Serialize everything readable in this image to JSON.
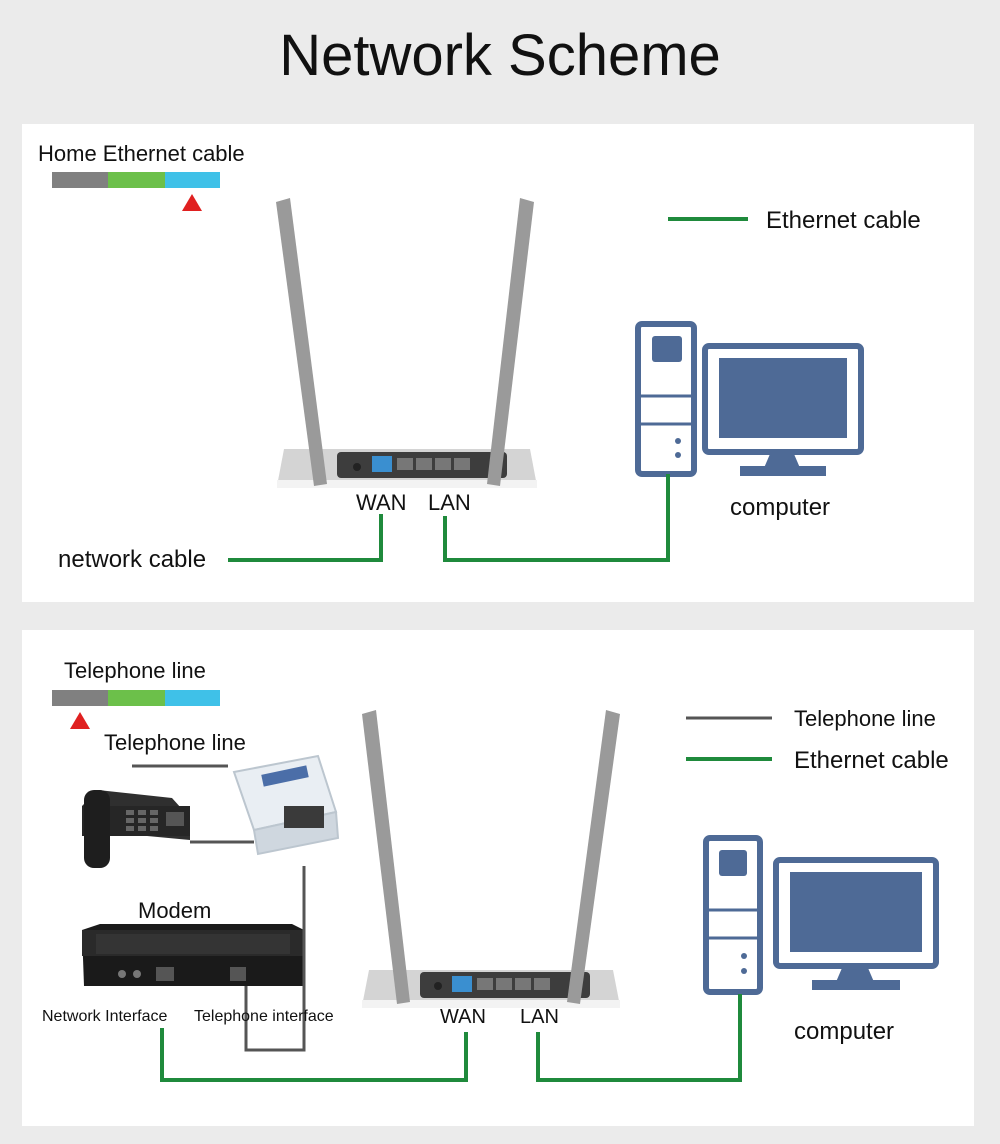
{
  "title": "Network Scheme",
  "top_panel": {
    "cable_type_label": "Home Ethernet cable",
    "legend_ethernet": "Ethernet cable",
    "wan_label": "WAN",
    "lan_label": "LAN",
    "network_cable_label": "network cable",
    "computer_label": "computer"
  },
  "bottom_panel": {
    "cable_type_label": "Telephone line",
    "legend_telephone": "Telephone line",
    "legend_ethernet": "Ethernet cable",
    "splitter_line_label": "Telephone line",
    "modem_label": "Modem",
    "network_interface_label": "Network Interface",
    "telephone_interface_label": "Telephone interface",
    "wan_label": "WAN",
    "lan_label": "LAN",
    "computer_label": "computer"
  },
  "colors": {
    "ethernet_green": "#1f8a3c",
    "telephone_gray": "#555555",
    "bar_gray": "#808080",
    "bar_green": "#6cc04a",
    "bar_blue": "#3fc1e8",
    "marker_red": "#e02020",
    "computer_blue": "#4e6a96"
  }
}
